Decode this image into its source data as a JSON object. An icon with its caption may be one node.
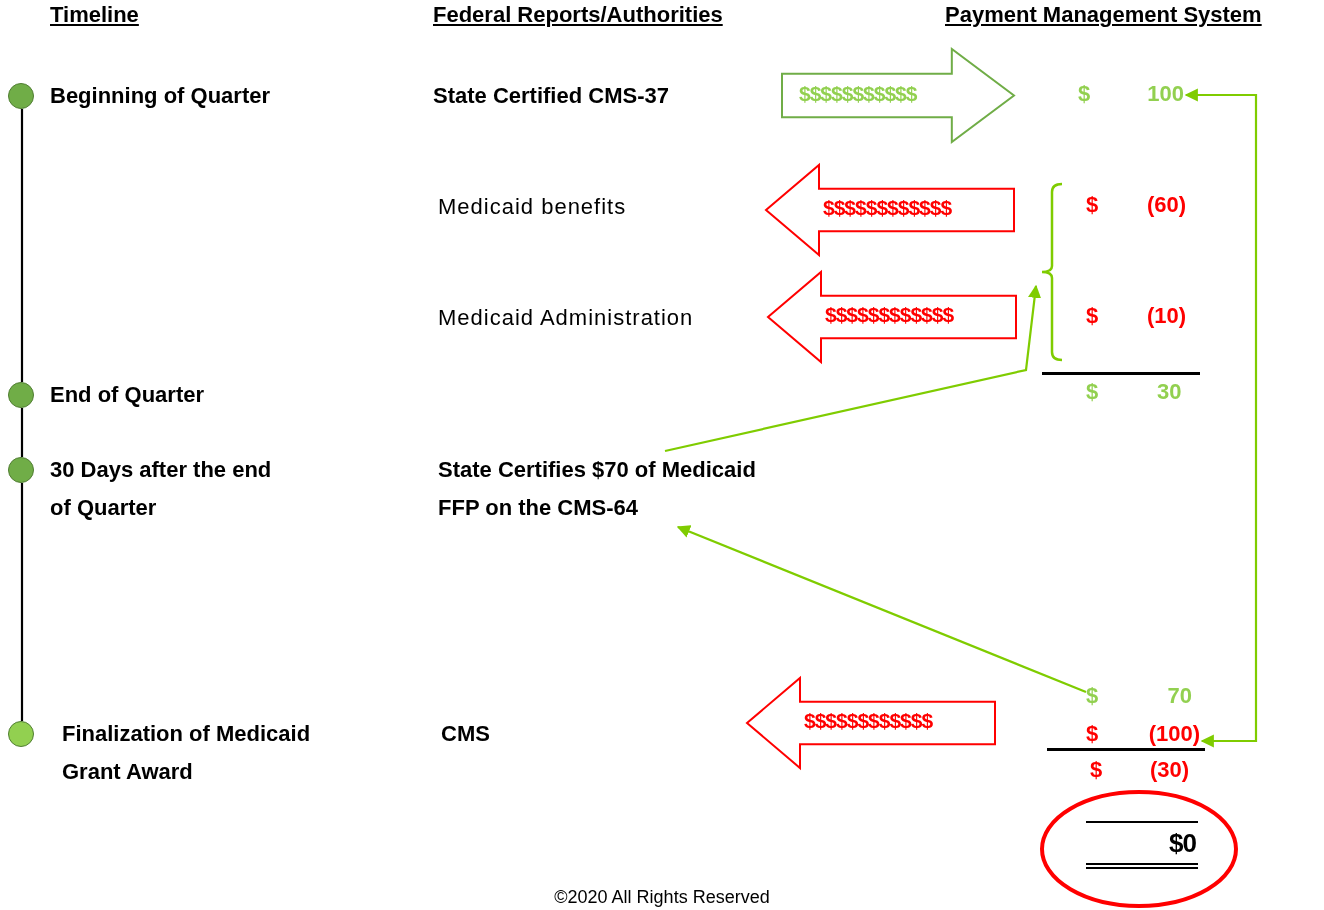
{
  "diagram": {
    "caption": "©2020 All Rights Reserved",
    "nodes": [
      {
        "text": [
          "Beginning of Quarter"
        ]
      },
      {
        "text": [
          "End of Quarter"
        ]
      },
      {
        "text": [
          "30 Days after the end of Quarter"
        ]
      },
      {
        "text": [
          "Finalization of Medicaid Grant Award"
        ]
      },
      {
        "text": [
          "State Certified CMS-37"
        ]
      },
      {
        "text": [
          "Medicaid benefits"
        ]
      },
      {
        "text": [
          "Medicaid Administration"
        ]
      },
      {
        "text": [
          "State Certifies $70 of Medicaid FFP on the CMS-64"
        ]
      },
      {
        "text": [
          "CMS"
        ]
      },
      {
        "text": [
          "$$$$$$$$$$$"
        ]
      },
      {
        "text": [
          "$$$$$$$$$$$$"
        ]
      },
      {
        "text": [
          "$$$$$$$$$$$$"
        ]
      },
      {
        "text": [
          "$$$$$$$$$$$$"
        ]
      },
      {
        "text": [
          "$",
          "100"
        ]
      },
      {
        "text": [],
        "shape": "brace"
      },
      {
        "text": [
          "$",
          "70"
        ]
      },
      {
        "text": [
          "$",
          "(100)"
        ]
      },
      {
        "text": [
          "$0"
        ]
      }
    ],
    "edges": [
      {
        "from": 0,
        "to": 1,
        "arrow": "none"
      },
      {
        "from": 1,
        "to": 2,
        "arrow": "none"
      },
      {
        "from": 2,
        "to": 3,
        "arrow": "none"
      },
      {
        "from": 7,
        "to": 14,
        "arrow": "to",
        "color": "#7fcc00"
      },
      {
        "from": 15,
        "to": 7,
        "arrow": "to",
        "color": "#7fcc00"
      },
      {
        "from": 13,
        "to": 16,
        "arrow": "both",
        "color": "#7fcc00"
      }
    ],
    "labels": [
      "Timeline",
      "Federal Reports/Authorities",
      "Payment Management System",
      "$",
      "(60)",
      "$",
      "(10)",
      "$",
      "30",
      "$",
      "(30)"
    ]
  }
}
